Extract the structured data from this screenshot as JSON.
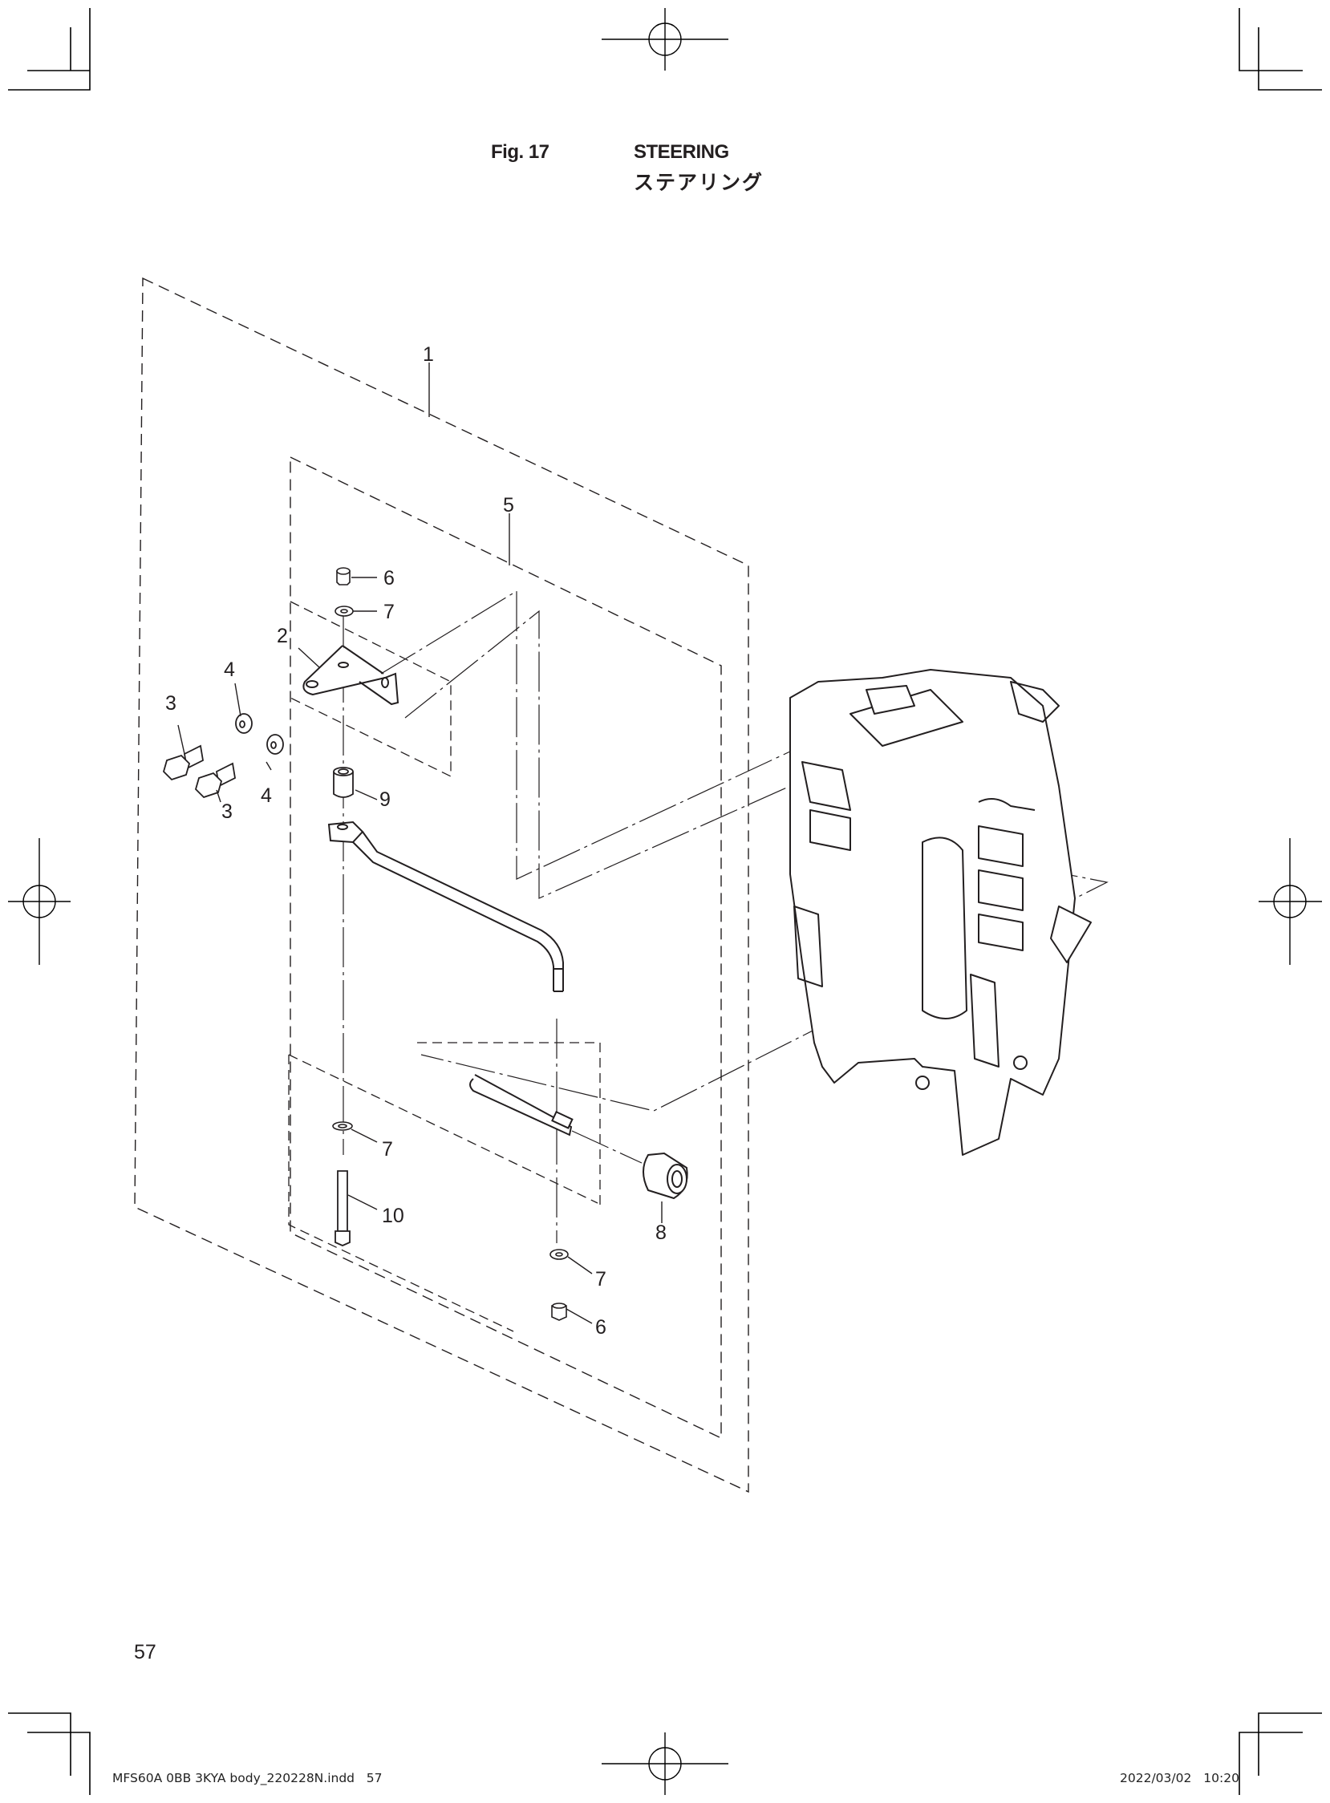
{
  "header": {
    "figure_number": "Fig. 17",
    "title_en": "STEERING",
    "title_jp": "ステアリング"
  },
  "diagram": {
    "type": "exploded parts diagram",
    "callouts": [
      {
        "id": "c1",
        "label": "1"
      },
      {
        "id": "c5",
        "label": "5"
      },
      {
        "id": "c6a",
        "label": "6"
      },
      {
        "id": "c7a",
        "label": "7"
      },
      {
        "id": "c2",
        "label": "2"
      },
      {
        "id": "c4a",
        "label": "4"
      },
      {
        "id": "c3a",
        "label": "3"
      },
      {
        "id": "c4b",
        "label": "4"
      },
      {
        "id": "c3b",
        "label": "3"
      },
      {
        "id": "c9",
        "label": "9"
      },
      {
        "id": "c7b",
        "label": "7"
      },
      {
        "id": "c10",
        "label": "10"
      },
      {
        "id": "c8",
        "label": "8"
      },
      {
        "id": "c7c",
        "label": "7"
      },
      {
        "id": "c6b",
        "label": "6"
      }
    ]
  },
  "footer": {
    "page_number": "57",
    "slug": "MFS60A 0BB 3KYA body_220228N.indd   57",
    "date": "2022/03/02",
    "time": "10:20"
  }
}
